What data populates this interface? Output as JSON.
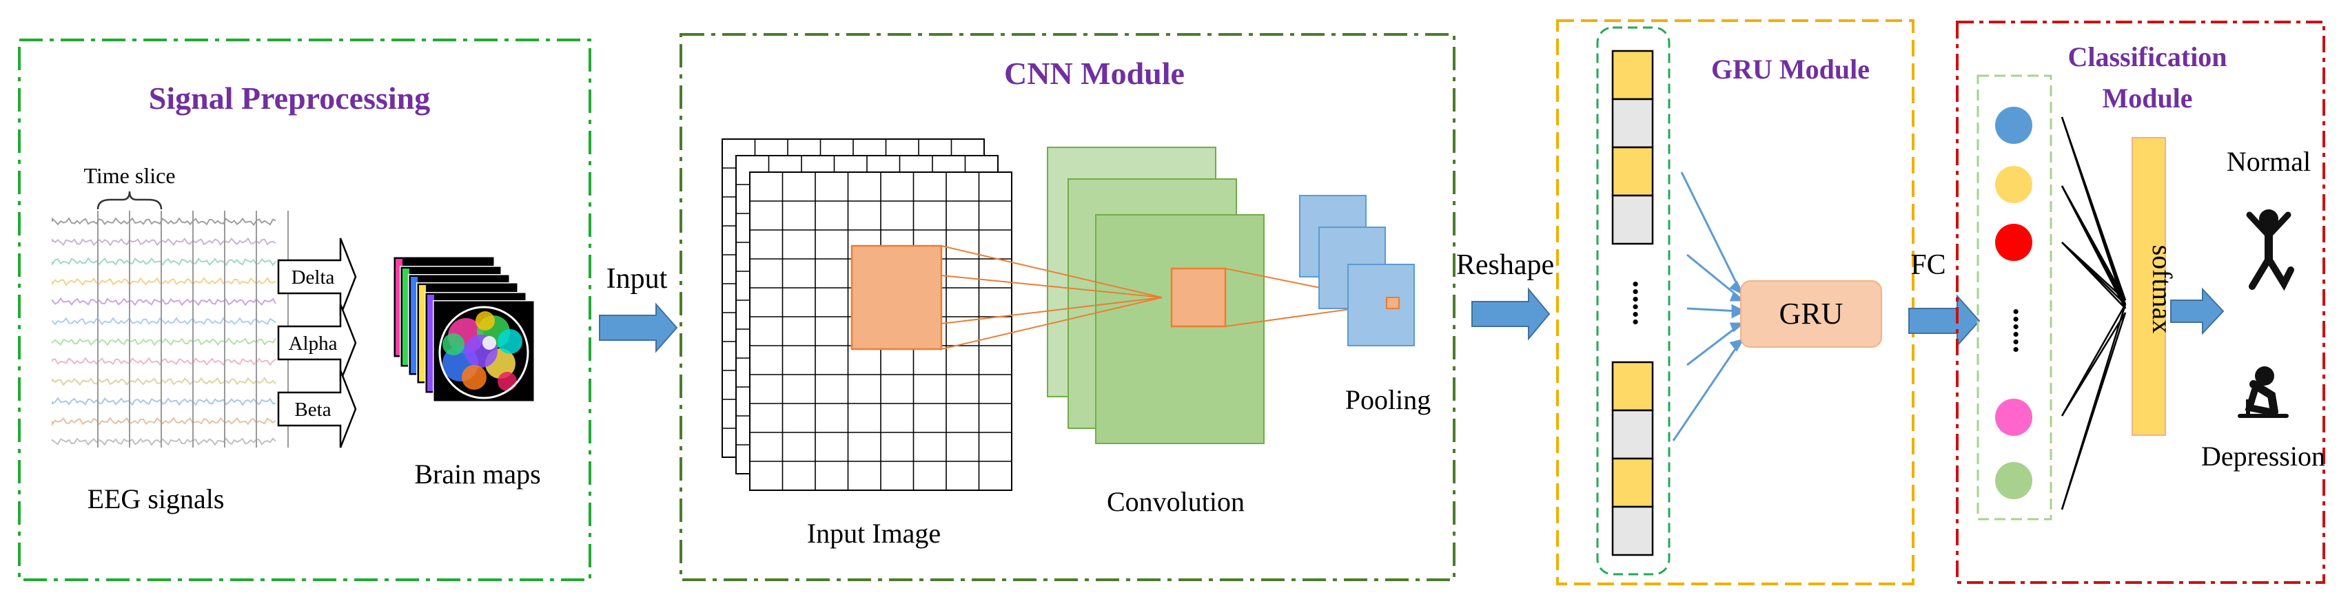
{
  "signal_preprocessing": {
    "title": "Signal Preprocessing",
    "time_slice_label": "Time slice",
    "bands": [
      "Delta",
      "Alpha",
      "Beta"
    ],
    "eeg_label": "EEG signals",
    "brain_maps_label": "Brain maps"
  },
  "arrows": {
    "input_label": "Input",
    "reshape_label": "Reshape",
    "fc_label": "FC"
  },
  "cnn": {
    "title": "CNN Module",
    "input_image_label": "Input Image",
    "convolution_label": "Convolution",
    "pooling_label": "Pooling"
  },
  "gru": {
    "title": "GRU Module",
    "cell_label": "GRU",
    "ellipsis": "......"
  },
  "classification": {
    "title_line1": "Classification",
    "title_line2": "Module",
    "softmax_label": "softmax",
    "ellipsis": "......",
    "normal_label": "Normal",
    "depression_label": "Depression"
  },
  "colors": {
    "green_border": "#22aa33",
    "dark_green_border": "#4a7d2a",
    "yellow_border": "#f0b000",
    "red_border": "#cc1111",
    "title_purple": "#7030a0",
    "arrow_blue": "#5b9bd5",
    "conv_green": "#a9d18e",
    "pool_blue": "#9dc3e6",
    "orange": "#f4b183",
    "yellow_cell": "#ffd966",
    "grey_cell": "#e7e6e6"
  },
  "node_colors": [
    "#5b9bd5",
    "#ffd966",
    "#ff0000",
    "#ff66cc",
    "#a9d18e"
  ]
}
